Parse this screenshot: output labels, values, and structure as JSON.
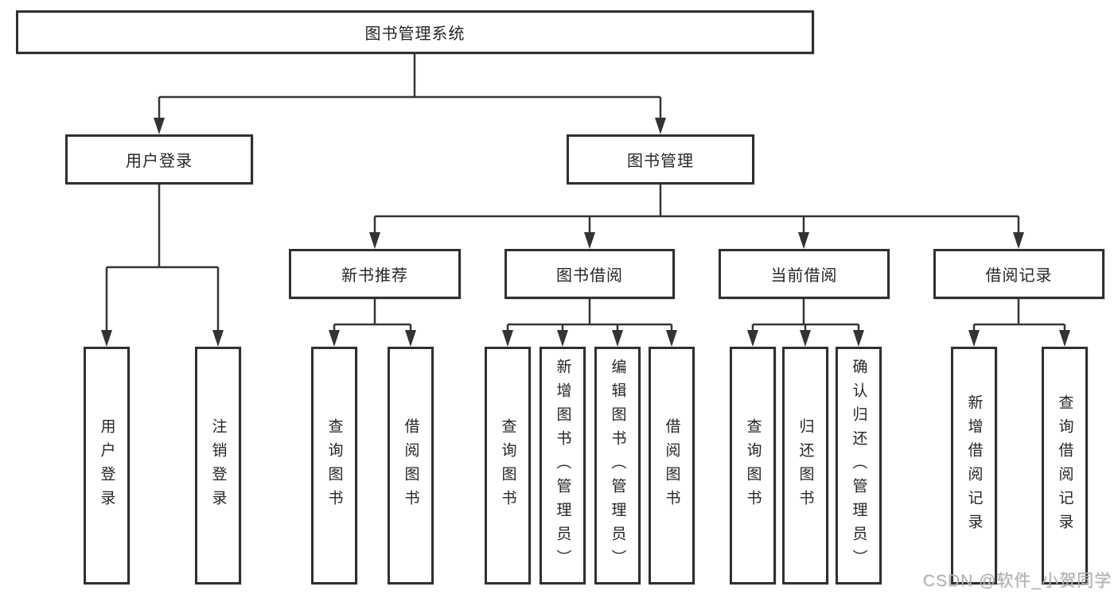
{
  "tree": {
    "label": "图书管理系统",
    "children": [
      {
        "label": "用户登录",
        "children": [
          {
            "label": "用户登录"
          },
          {
            "label": "注销登录"
          }
        ]
      },
      {
        "label": "图书管理",
        "children": [
          {
            "label": "新书推荐",
            "children": [
              {
                "label": "查询图书"
              },
              {
                "label": "借阅图书"
              }
            ]
          },
          {
            "label": "图书借阅",
            "children": [
              {
                "label": "查询图书"
              },
              {
                "label": "新增图书（管理员）"
              },
              {
                "label": "编辑图书（管理员）"
              },
              {
                "label": "借阅图书"
              }
            ]
          },
          {
            "label": "当前借阅",
            "children": [
              {
                "label": "查询图书"
              },
              {
                "label": "归还图书"
              },
              {
                "label": "确认归还（管理员）"
              }
            ]
          },
          {
            "label": "借阅记录",
            "children": [
              {
                "label": "新增借阅记录"
              },
              {
                "label": "查询借阅记录"
              }
            ]
          }
        ]
      }
    ]
  },
  "watermark": {
    "text": "CSDN @软件_小贺同学"
  },
  "colors": {
    "line": "#363636",
    "box_border": "#303030",
    "box_background": "#ffffff",
    "text": "#262626",
    "watermark": "#b3b3b3",
    "page_background": "#ffffff"
  }
}
